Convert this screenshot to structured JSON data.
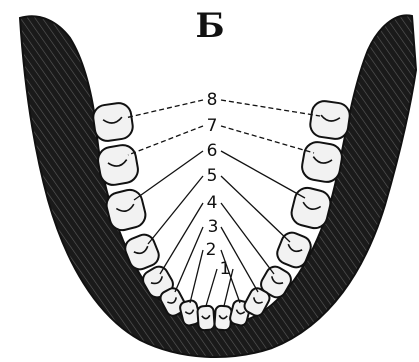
{
  "figure": {
    "title": "Б",
    "tooth_labels": [
      "1",
      "2",
      "3",
      "4",
      "5",
      "6",
      "7",
      "8"
    ]
  },
  "colors": {
    "ink": "#111111",
    "bone": "#1c1c1c",
    "tooth_fill": "#f2f2f2",
    "background": "#ffffff"
  }
}
